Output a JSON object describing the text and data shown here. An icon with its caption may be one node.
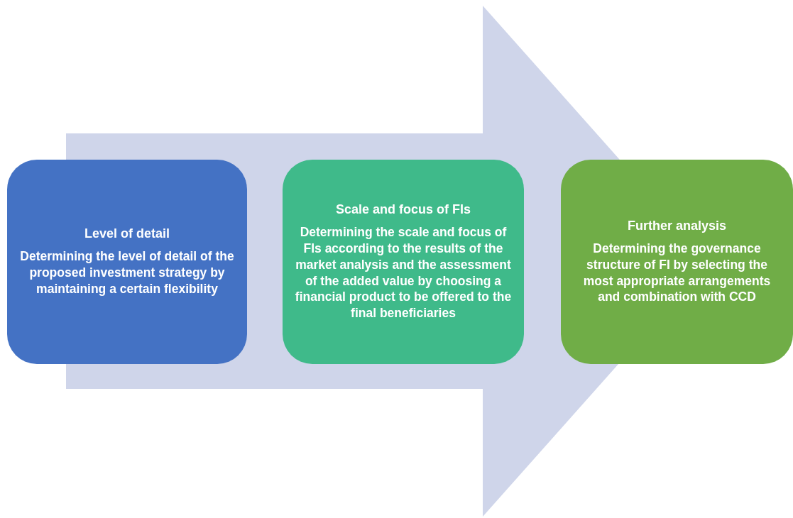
{
  "diagram": {
    "nodes": [
      {
        "text": [
          "Level of detail",
          "Determining the level of detail of the proposed investment strategy by maintaining a certain flexibility"
        ]
      },
      {
        "text": [
          "Scale and focus of FIs",
          "Determining the scale and focus of FIs according to the results of the market analysis and the assessment of the added value by choosing a financial product to be offered to the final beneficiaries"
        ]
      },
      {
        "text": [
          "Further analysis",
          "Determining the governance structure of FI by selecting the most appropriate arrangements and combination with CCD"
        ]
      }
    ],
    "edges": [
      {
        "from": 0,
        "to": 2,
        "arrow": "to"
      }
    ]
  }
}
